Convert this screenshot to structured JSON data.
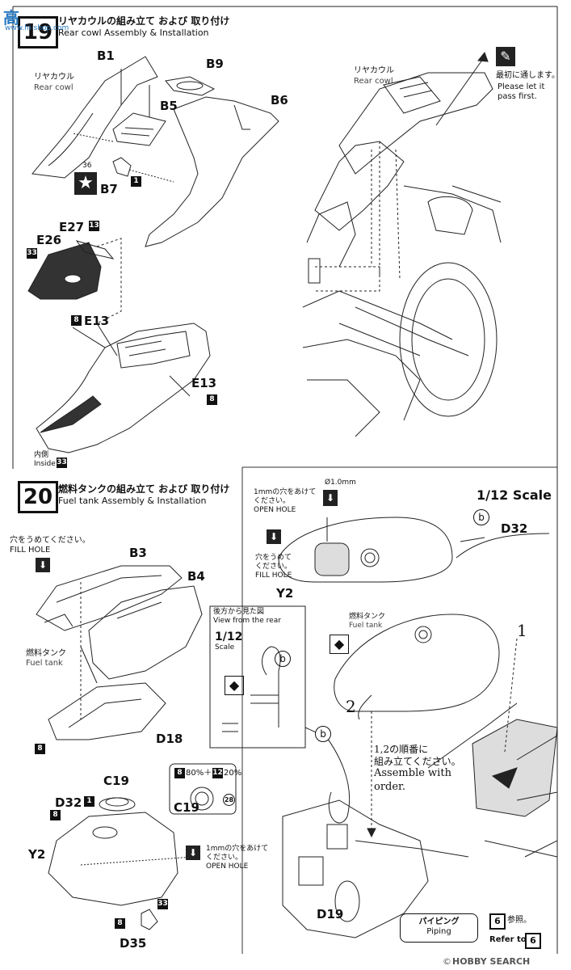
{
  "step19": {
    "number": "19",
    "title_jp": "リヤカウルの組み立て および 取り付け",
    "title_en": "Rear cowl Assembly & Installation",
    "rear_cowl_jp": "リヤカウル",
    "rear_cowl_en": "Rear cowl",
    "parts": {
      "b1": "B1",
      "b9": "B9",
      "b5": "B5",
      "b6": "B6",
      "b7": "B7",
      "e27": "E27",
      "e26": "E26",
      "e13a": "E13",
      "e13b": "E13"
    },
    "badges": {
      "b7_num": "36",
      "b7_color": "1",
      "e27_color": "13",
      "e26_color": "33",
      "e13a_color": "8",
      "e13b_color": "8",
      "inside_color": "33"
    },
    "inside_jp": "内側",
    "inside_en": "Inside",
    "right_rear_cowl_jp": "リヤカウル",
    "right_rear_cowl_en": "Rear cowl",
    "pass_first_jp_1": "最初に通します。",
    "pass_first_en_1": "Please let it",
    "pass_first_en_2": "pass first."
  },
  "step20": {
    "number": "20",
    "title_jp": "燃料タンクの組み立て および 取り付け",
    "title_en": "Fuel tank Assembly & Installation",
    "fill_hole_jp": "穴をうめてください。",
    "fill_hole_en": "FILL HOLE",
    "parts": {
      "b3": "B3",
      "b4": "B4",
      "d18": "D18",
      "c19": "C19",
      "c19b": "C19",
      "d32": "D32",
      "y2": "Y2",
      "d35": "D35",
      "d19": "D19",
      "d32r": "D32",
      "y2r": "Y2"
    },
    "fuel_tank_jp": "燃料タンク",
    "fuel_tank_en": "Fuel tank",
    "open_hole_jp_1": "1mmの穴をあけて",
    "open_hole_jp_2": "ください。",
    "open_hole_en": "OPEN HOLE",
    "color_mix": "80%＋",
    "color_mix_2": "20%",
    "mix_badge_1": "8",
    "mix_badge_2": "12",
    "c19b_badge": "28",
    "d18_badge": "8",
    "d32_num": "8",
    "d32_color": "1",
    "d35_badge_1": "8",
    "d35_badge_2": "33",
    "view_rear_jp": "後方から見た図",
    "view_rear_en": "View from the rear",
    "scale_112": "1/12",
    "scale_word": "Scale",
    "scale_full": "1/12 Scale",
    "b_label": "b",
    "phi10": "Ø1.0mm",
    "right_open_hole_jp_1": "1mmの穴をあけて",
    "right_open_hole_jp_2": "ください。",
    "right_open_hole_en": "OPEN HOLE",
    "right_fill_jp_1": "穴をうめて",
    "right_fill_jp_2": "ください。",
    "right_fill_en": "FILL HOLE",
    "right_fuel_jp": "燃料タンク",
    "right_fuel_en": "Fuel tank",
    "order_jp_1": "1,2の順番に",
    "order_jp_2": "組み立てください。",
    "order_en_1": "Assemble with",
    "order_en_2": "order.",
    "num_1": "1",
    "num_2": "2",
    "piping_jp": "パイピング",
    "piping_en": "Piping",
    "ref_num": "6",
    "ref_jp": "参照。",
    "refer_to": "Refer to",
    "ref_num_2": "6"
  },
  "watermark": {
    "logo_left": "高",
    "logo_url": "www.hi-shop.com",
    "hobby_search": "HOBBY SEARCH",
    "copyright": "©"
  }
}
